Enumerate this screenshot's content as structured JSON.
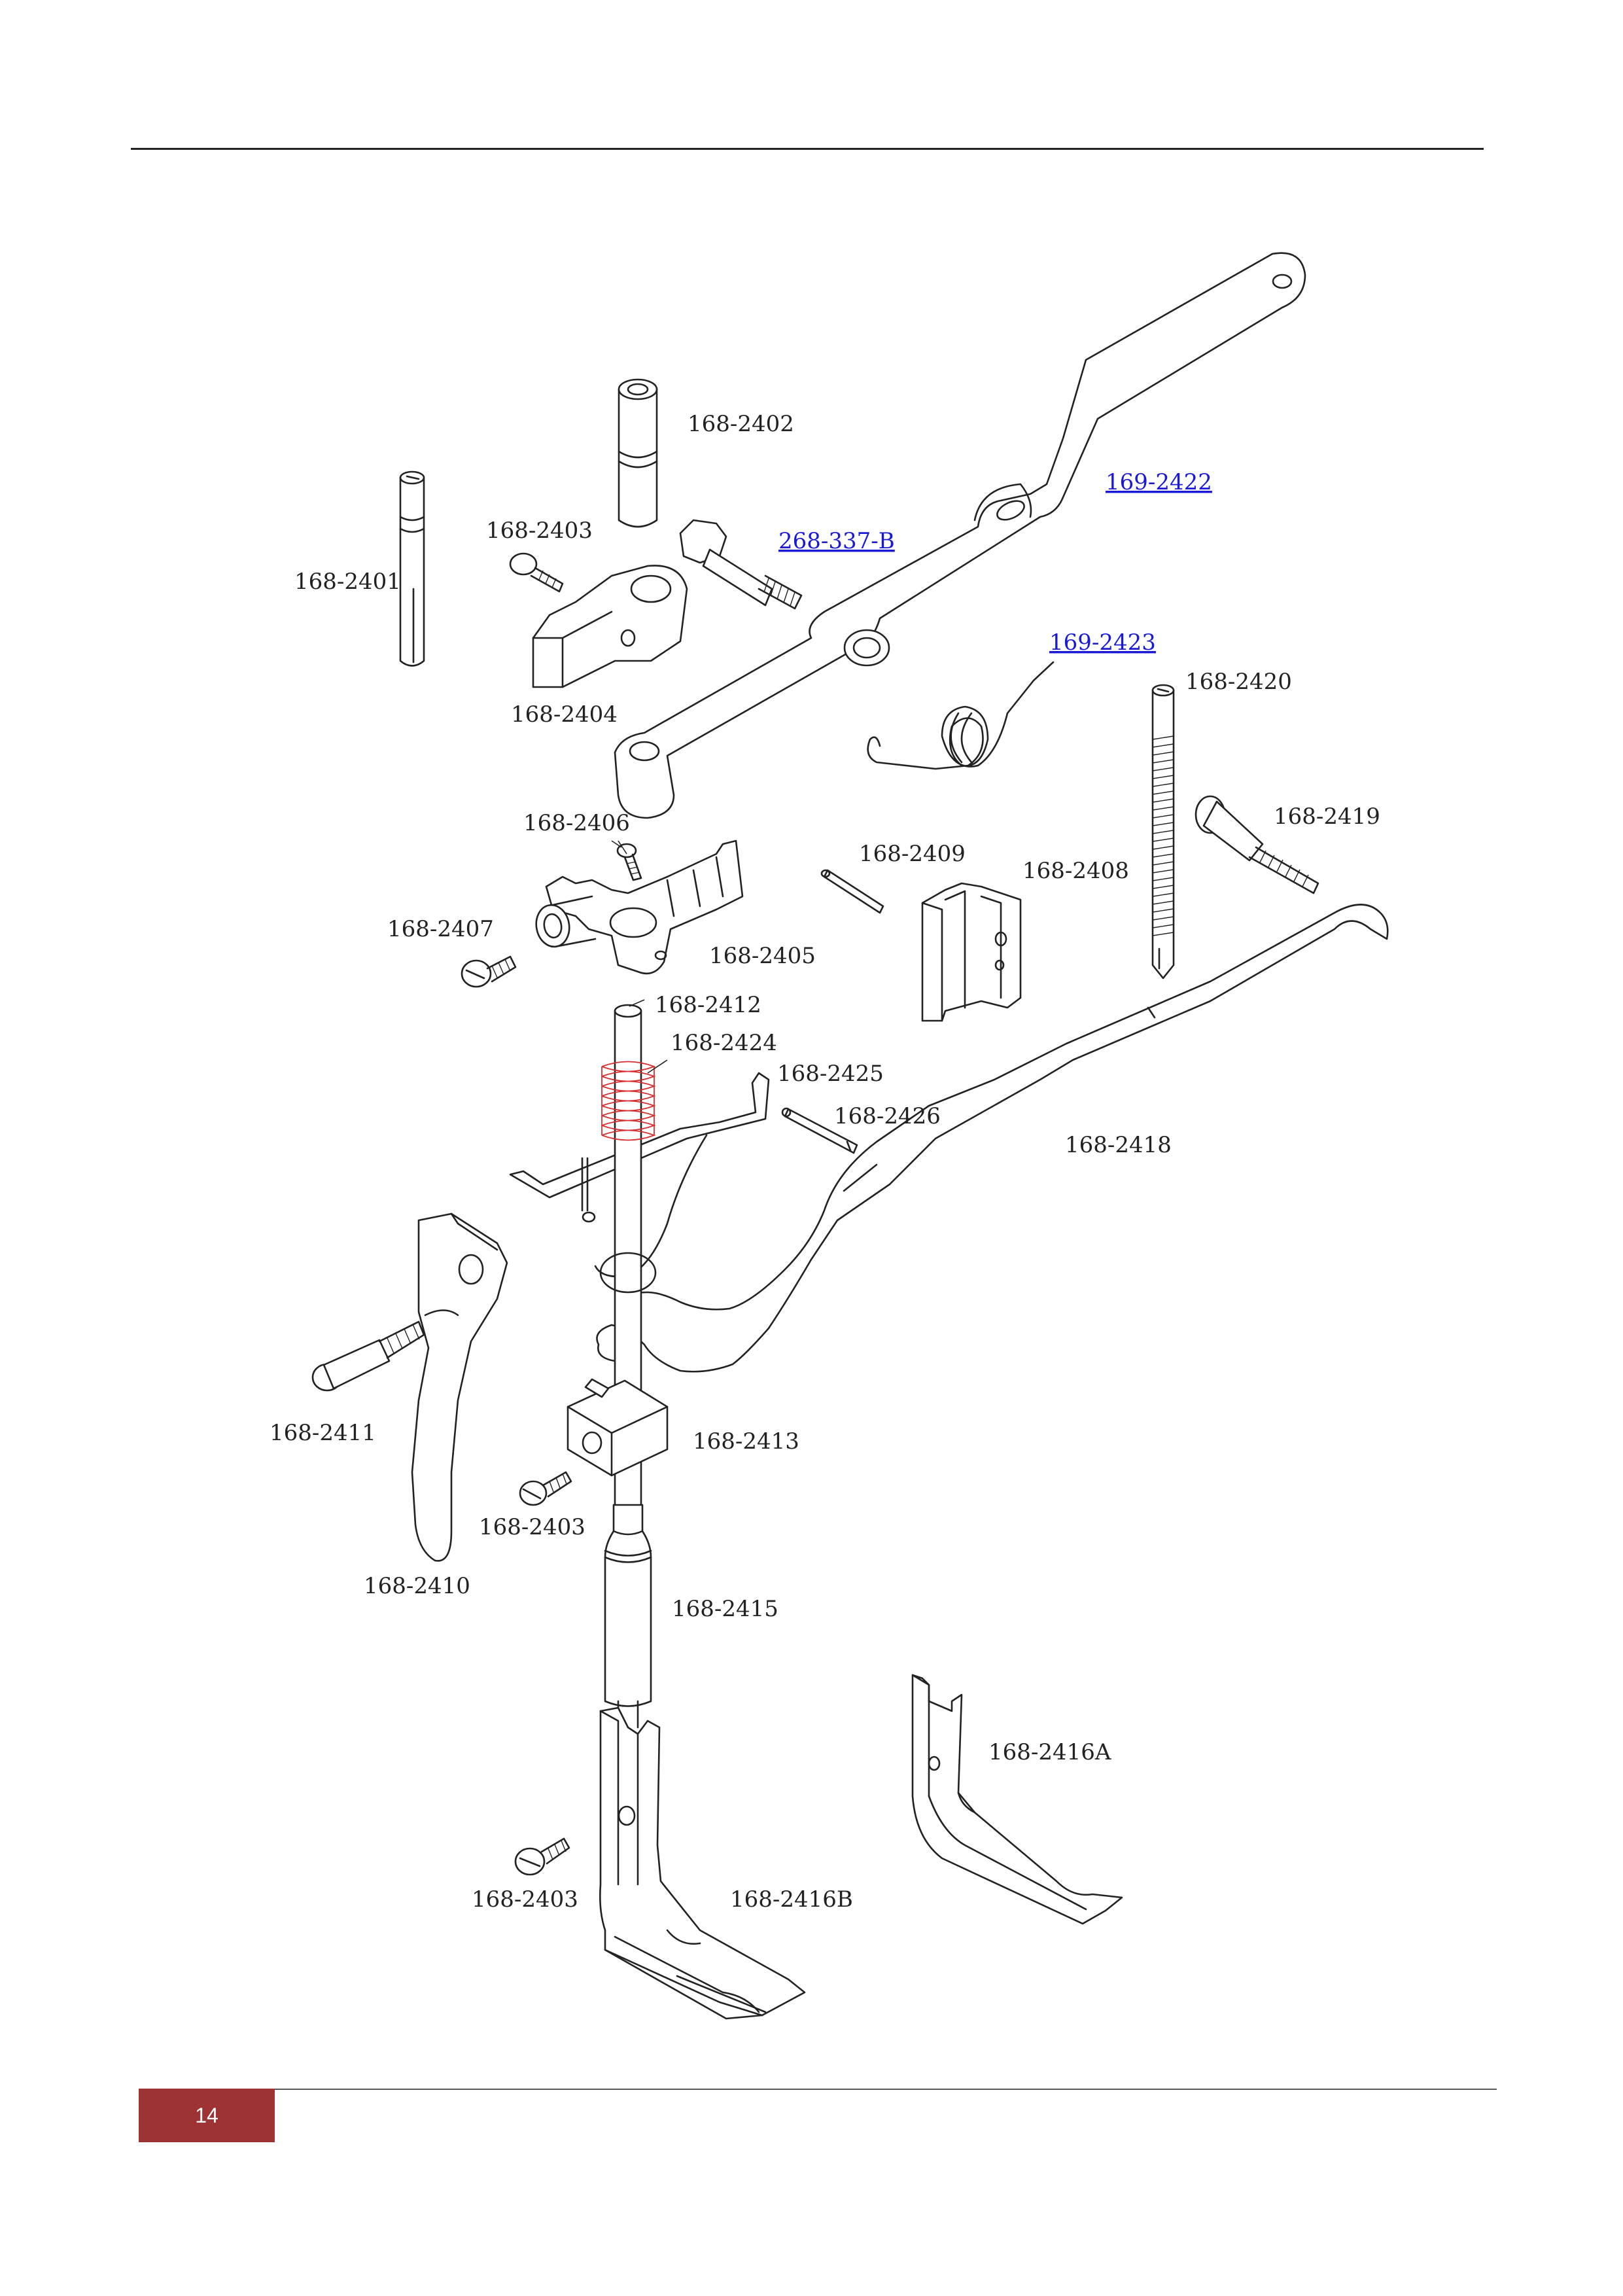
{
  "page": {
    "number": "14"
  },
  "colors": {
    "badge": "#9e3333",
    "link": "#1a1ad6",
    "spring": "#d63030",
    "ink": "#222222"
  },
  "labels": {
    "p2401": "168-2401",
    "p2402": "168-2402",
    "p2403a": "168-2403",
    "p2403b": "168-2403",
    "p2403c": "168-2403",
    "p2404": "168-2404",
    "p2405": "168-2405",
    "p2406": "168-2406",
    "p2407": "168-2407",
    "p2408": "168-2408",
    "p2409": "168-2409",
    "p2410": "168-2410",
    "p2411": "168-2411",
    "p2412": "168-2412",
    "p2413": "168-2413",
    "p2415": "168-2415",
    "p2416a": "168-2416A",
    "p2416b": "168-2416B",
    "p2418": "168-2418",
    "p2419": "168-2419",
    "p2420": "168-2420",
    "p2424": "168-2424",
    "p2425": "168-2425",
    "p2426": "168-2426"
  },
  "links": {
    "l2422": "169-2422",
    "l337b": "268-337-B",
    "l2423": "169-2423"
  }
}
